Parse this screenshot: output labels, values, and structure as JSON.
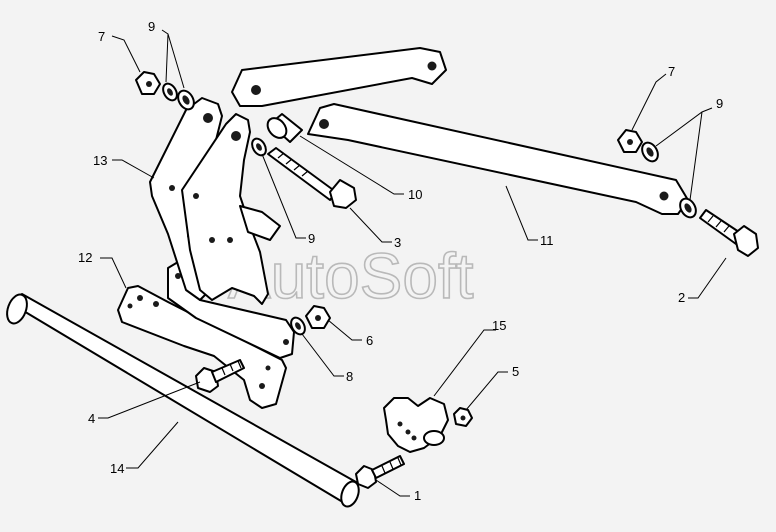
{
  "watermark": "AutoSoft",
  "callouts": {
    "c1": "1",
    "c2": "2",
    "c3": "3",
    "c4": "4",
    "c5": "5",
    "c6": "6",
    "c7a": "7",
    "c7b": "7",
    "c8": "8",
    "c9a": "9",
    "c9b": "9",
    "c9c": "9",
    "c10": "10",
    "c11": "11",
    "c12": "12",
    "c13": "13",
    "c14": "14",
    "c15": "15"
  }
}
